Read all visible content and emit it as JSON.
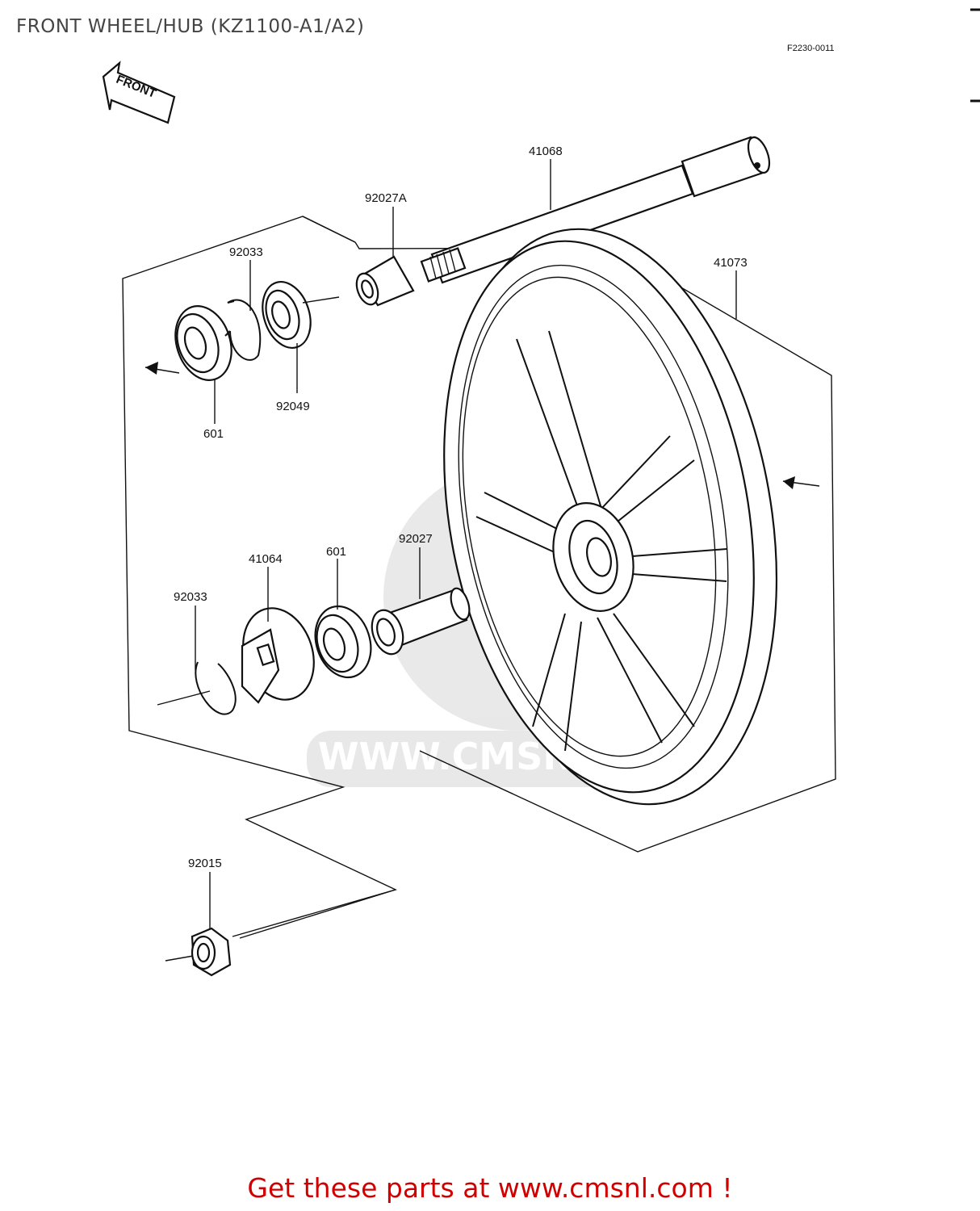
{
  "title": "FRONT WHEEL/HUB (KZ1100-A1/A2)",
  "figure_code": "F2230-0011",
  "front_arrow_label": "FRONT",
  "watermark_url": "WWW.CMSNL.COM",
  "footer_link": "Get these parts at www.cmsnl.com !",
  "parts": [
    {
      "number": "41068"
    },
    {
      "number": "92027A"
    },
    {
      "number": "41073"
    },
    {
      "number": "92033"
    },
    {
      "number": "92049"
    },
    {
      "number": "601"
    },
    {
      "number": "41064"
    },
    {
      "number": "601"
    },
    {
      "number": "92027"
    },
    {
      "number": "92033"
    },
    {
      "number": "92015"
    }
  ]
}
